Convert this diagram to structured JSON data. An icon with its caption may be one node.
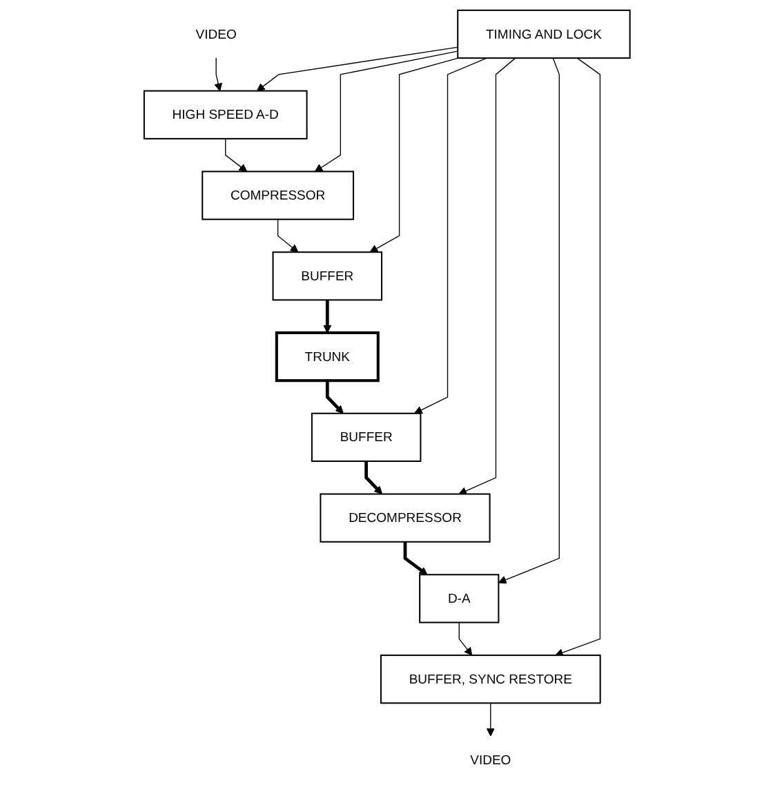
{
  "diagram": {
    "nodes": [
      {
        "text": [
          "TRUNK"
        ]
      },
      {
        "text": [
          "BUFFER"
        ]
      },
      {
        "text": [
          "COMPRESSOR"
        ]
      },
      {
        "text": [
          "HIGH SPEED A-D"
        ]
      },
      {
        "text": [
          "VIDEO"
        ]
      },
      {
        "text": [
          "TIMING AND LOCK"
        ]
      },
      {
        "text": [
          "BUFFER"
        ]
      },
      {
        "text": [
          "DECOMPRESSOR"
        ]
      },
      {
        "text": [
          "D-A"
        ]
      },
      {
        "text": [
          "BUFFER, SYNC RESTORE"
        ]
      },
      {
        "text": [
          "VIDEO"
        ]
      }
    ],
    "edges": [
      {
        "from": 4,
        "to": 3,
        "arrow": "to"
      },
      {
        "from": 3,
        "to": 2,
        "arrow": "to"
      },
      {
        "from": 2,
        "to": 1,
        "arrow": "to"
      },
      {
        "from": 1,
        "to": 0,
        "arrow": "to",
        "style": "thick"
      },
      {
        "from": 0,
        "to": 6,
        "arrow": "to",
        "style": "thick"
      },
      {
        "from": 6,
        "to": 7,
        "arrow": "to",
        "style": "thick"
      },
      {
        "from": 7,
        "to": 8,
        "arrow": "to",
        "style": "thick"
      },
      {
        "from": 8,
        "to": 9,
        "arrow": "to"
      },
      {
        "from": 9,
        "to": 10,
        "arrow": "to"
      },
      {
        "from": 5,
        "to": 1,
        "arrow": "to"
      },
      {
        "from": 5,
        "to": 2,
        "arrow": "to"
      },
      {
        "from": 5,
        "to": 3,
        "arrow": "to"
      },
      {
        "from": 5,
        "to": 6,
        "arrow": "to"
      },
      {
        "from": 5,
        "to": 7,
        "arrow": "to"
      },
      {
        "from": 5,
        "to": 8,
        "arrow": "to"
      },
      {
        "from": 5,
        "to": 9,
        "arrow": "to"
      }
    ]
  }
}
